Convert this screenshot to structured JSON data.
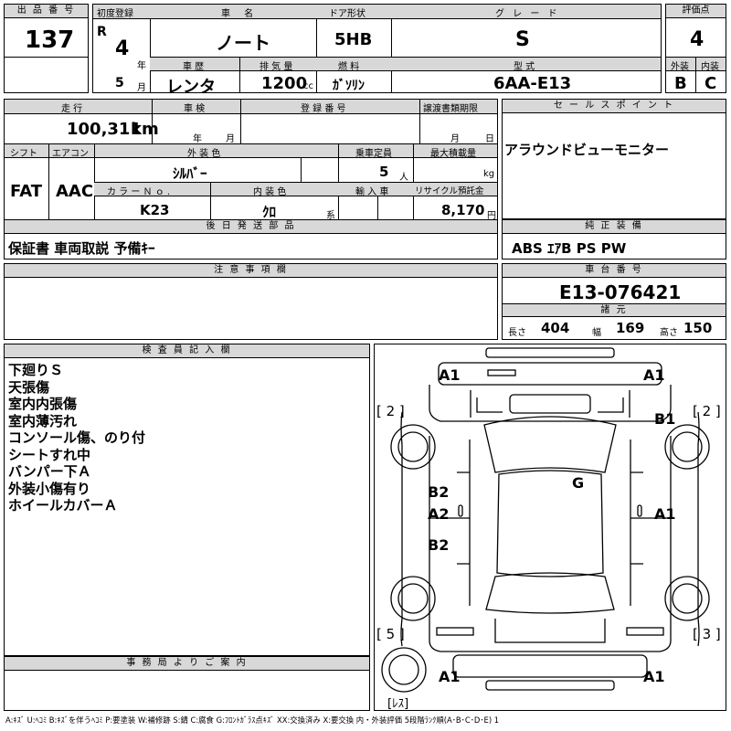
{
  "header": {
    "lot_number_label": "出 品 番 号",
    "lot_number": "137",
    "first_reg_label": "初度登録",
    "era_mark": "R",
    "first_reg_year": "4",
    "year_unit": "年",
    "first_reg_month": "5",
    "month_unit": "月",
    "car_name_label": "車 名",
    "car_name": "ノート",
    "history_label": "車 歴",
    "history": "レンタ",
    "displacement_label": "排 気 量",
    "displacement": "1200",
    "displacement_unit": "cc",
    "door_label": "ドア形状",
    "door": "5HB",
    "fuel_label": "燃 料",
    "fuel": "ｶﾞｿﾘﾝ",
    "grade_label": "グ レ ー ド",
    "grade": "S",
    "model_label": "型 式",
    "model": "6AA-E13",
    "score_label": "評価点",
    "score": "4",
    "exterior_label": "外装",
    "exterior": "B",
    "interior_label": "内装",
    "interior": "C"
  },
  "row2": {
    "mileage_label": "走 行",
    "mileage": "100,311",
    "mileage_unit": "km",
    "inspection_label": "車 検",
    "inspection_year_unit": "年",
    "inspection_month_unit": "月",
    "reg_no_label": "登 録 番 号",
    "transfer_label": "譲渡書類期限",
    "transfer_month_unit": "月",
    "transfer_day_unit": "日",
    "shift_label": "シフト",
    "shift": "FAT",
    "ac_label": "エアコン",
    "ac": "AAC",
    "color_label": "外 装 色",
    "color": "ｼﾙﾊﾞｰ",
    "capacity_label": "乗車定員",
    "capacity": "5",
    "capacity_unit": "人",
    "max_load_label": "最大積載量",
    "max_load_unit": "kg",
    "color_no_label": "カ ラ ー Ｎ ｏ .",
    "color_no": "K23",
    "interior_color_label": "内 装 色",
    "interior_color": "ｸﾛ",
    "interior_color_unit": "系",
    "import_label": "輸 入 車",
    "recycle_label": "リサイクル預託金",
    "recycle": "8,170",
    "recycle_unit": "円",
    "later_parts_label": "後 日 発 送 部 品",
    "later_parts": "保証書 車両取説 予備ｷｰ"
  },
  "sales_point": {
    "label": "セ ー ル ス ポ イ ン ト",
    "text": "アラウンドビューモニター"
  },
  "equipment": {
    "label": "純 正 装 備",
    "text": "ABS ｴｱB PS PW"
  },
  "notes": {
    "label": "注 意 事 項 欄"
  },
  "chassis": {
    "label": "車 台 番 号",
    "number": "E13-076421",
    "dims_label": "諸 元",
    "length_label": "長さ",
    "length": "404",
    "width_label": "幅",
    "width": "169",
    "height_label": "高さ",
    "height": "150"
  },
  "inspector": {
    "label": "検 査 員 記 入 欄",
    "lines": [
      "下廻りＳ",
      "天張傷",
      "室内内張傷",
      "室内薄汚れ",
      "コンソール傷、のり付",
      "シートすれ中",
      "バンパー下Ａ",
      "外装小傷有り",
      "ホイールカバーＡ"
    ]
  },
  "office": {
    "label": "事 務 局 よ り ご 案 内"
  },
  "diagram": {
    "marks": {
      "a1_top_left": "A1",
      "a1_top_right": "A1",
      "b1": "B1",
      "g": "G",
      "b2_upper": "B2",
      "a2": "A2",
      "a1_right": "A1",
      "b2_lower": "B2",
      "a1_bottom_left": "A1",
      "a1_bottom_right": "A1"
    },
    "tire_labels": {
      "front_left": "[ 2 ]",
      "front_right": "[ 2 ]",
      "rear_left": "[ 5 ]",
      "rear_right": "[ 3 ]",
      "spare": "[ﾚｽ]"
    }
  },
  "legend": "A:ｷｽﾞ U:ﾍｺﾐ B:ｷｽﾞを伴うﾍｺﾐ P:要塗装 W:補修跡 S:錆 C:腐食 G:ﾌﾛﾝﾄｶﾞﾗｽ点ｷｽﾞ XX:交換済み X:要交換 内・外装評価 5段階ﾗﾝｸ順(A･B･C･D･E) 1"
}
